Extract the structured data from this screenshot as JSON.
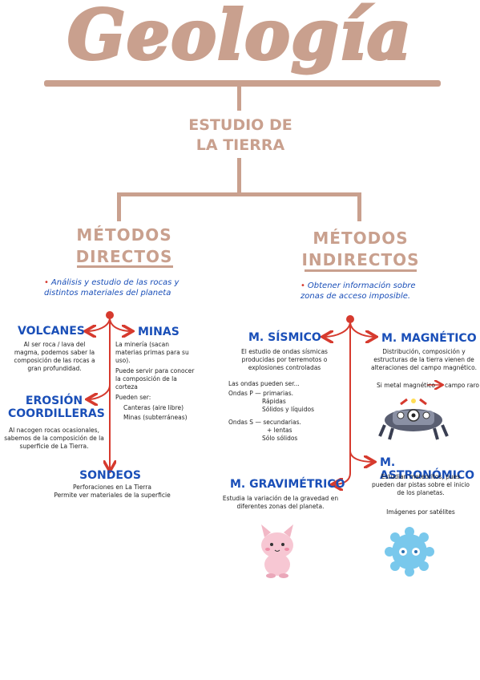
{
  "title": "Geología",
  "subtitle_line1": "ESTUDIO DE",
  "subtitle_line2": "LA TIERRA",
  "colors": {
    "title_pink": "#c9a08e",
    "connector_brown": "#b89483",
    "accent_red": "#d63a2e",
    "heading_blue": "#1a4fb8",
    "text_dark": "#222222"
  },
  "directos": {
    "heading_line1": "MÉTODOS",
    "heading_line2": "DIRECTOS",
    "description": "Análisis y estudio de las rocas y distintos materiales del planeta",
    "volcanes": {
      "title": "VOLCANES",
      "text": "Al ser roca / lava del magma, podemos saber la composición de las rocas a gran profundidad."
    },
    "minas": {
      "title": "MINAS",
      "line1": "La minería (sacan materias primas para su uso).",
      "line2": "Puede servir para conocer la composición de la corteza",
      "line3": "Pueden ser:",
      "line4": "Canteras (aire libre)",
      "line5": "Minas (subterráneas)"
    },
    "erosion": {
      "title_line1": "EROSIÓN",
      "title_line2": "COORDILLERAS",
      "text": "Al nacogen rocas ocasionales, sabemos de la composición de la superficie de La Tierra."
    },
    "sondeos": {
      "title": "SONDEOS",
      "line1": "Perforaciones en La Tierra",
      "line2": "Permite ver materiales de la superficie"
    }
  },
  "indirectos": {
    "heading_line1": "MÉTODOS",
    "heading_line2": "INDIRECTOS",
    "description": "Obtener información sobre zonas de acceso imposible.",
    "sismico": {
      "title": "M. SÍSMICO",
      "intro": "El estudio de ondas sísmicas producidas por terremotos o explosiones controladas",
      "l1": "Las ondas pueden ser...",
      "l2": "Ondas P — primarias.",
      "l3": "Rápidas",
      "l4": "Sólidos y líquidos",
      "l5": "Ondas S — secundarias.",
      "l6": "+ lentas",
      "l7": "Sólo sólidos"
    },
    "magnetico": {
      "title": "M. MAGNÉTICO",
      "text": "Distribución, composición y estructuras de la tierra vienen de alteraciones del campo magnético.",
      "l1": "Si metal magnético",
      "l2": "campo raro"
    },
    "gravimetrico": {
      "title": "M. GRAVIMÉTRICO",
      "text": "Estudia la variación de la gravedad en diferentes zonas del planeta."
    },
    "astronomico": {
      "title": "M. ASTRONÓMICO",
      "text": "Estudian meteoritos, pues pueden dar pistas sobre el inicio de los planetas.",
      "l1": "Imágenes por satélites"
    }
  }
}
